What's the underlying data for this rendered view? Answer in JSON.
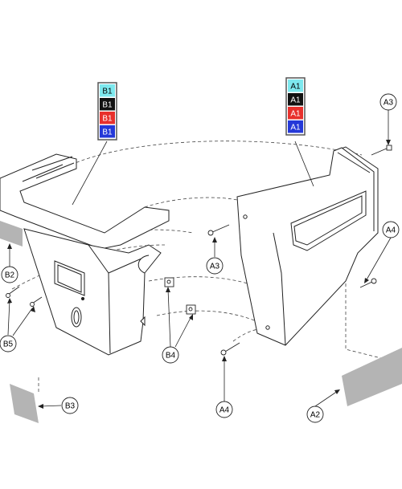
{
  "colors": {
    "cyan": "#7de8ee",
    "black": "#111111",
    "red": "#e8302c",
    "blue": "#2438d8",
    "panel_gray": "#b4b4b4",
    "line": "#222222",
    "chip_frame": "#555555"
  },
  "legend_b": {
    "chips": [
      {
        "label": "B1",
        "color": "cyan",
        "text_color": "#000000"
      },
      {
        "label": "B1",
        "color": "black",
        "text_color": "#ffffff"
      },
      {
        "label": "B1",
        "color": "red",
        "text_color": "#ffffff"
      },
      {
        "label": "B1",
        "color": "blue",
        "text_color": "#ffffff"
      }
    ]
  },
  "legend_a": {
    "chips": [
      {
        "label": "A1",
        "color": "cyan",
        "text_color": "#000000"
      },
      {
        "label": "A1",
        "color": "black",
        "text_color": "#ffffff"
      },
      {
        "label": "A1",
        "color": "red",
        "text_color": "#ffffff"
      },
      {
        "label": "A1",
        "color": "blue",
        "text_color": "#ffffff"
      }
    ]
  },
  "callouts": {
    "a3_top": "A3",
    "a3_mid": "A3",
    "a4_right": "A4",
    "a4_bottom": "A4",
    "a2": "A2",
    "b2": "B2",
    "b5": "B5",
    "b4": "B4",
    "b3": "B3"
  }
}
